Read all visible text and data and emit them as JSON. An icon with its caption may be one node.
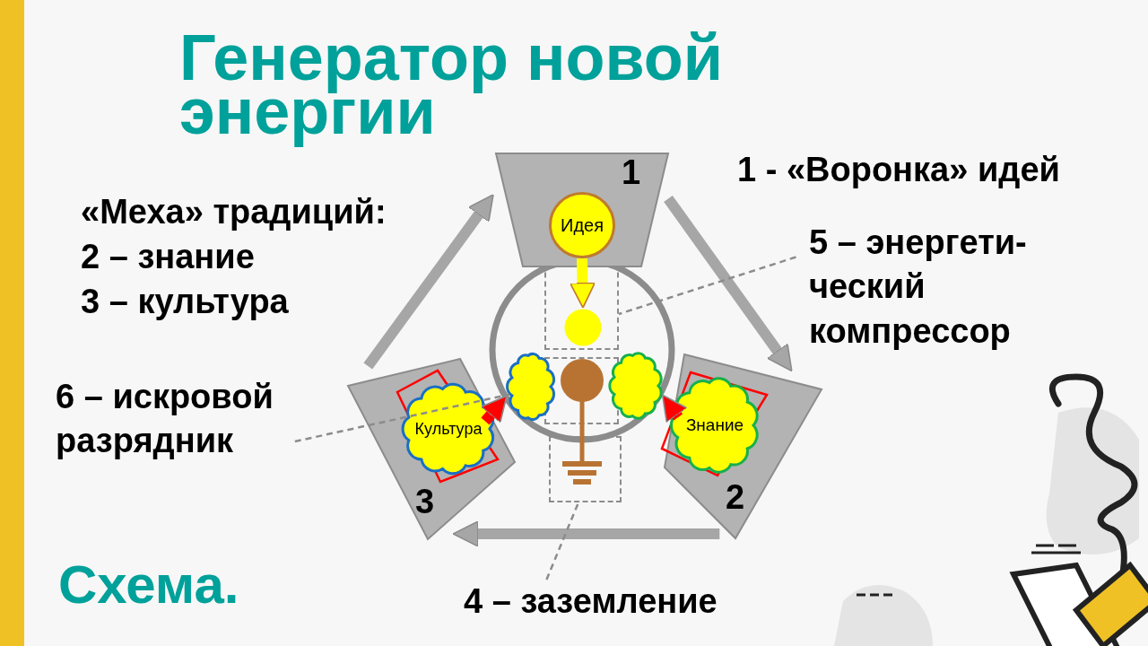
{
  "diagram": {
    "title": "Генератор новой энергии",
    "caption": "Схема.",
    "nodes": [
      {
        "text": [
          "1"
        ]
      },
      {
        "text": [
          "Идея"
        ],
        "in": 0
      },
      {
        "text": [
          "2"
        ]
      },
      {
        "text": [
          "Знание"
        ],
        "in": 2
      },
      {
        "text": [
          "3"
        ]
      },
      {
        "text": [
          "Культура"
        ],
        "in": 4
      },
      {
        "text": [],
        "shape": "circle"
      },
      {
        "text": [],
        "shape": "cloud"
      },
      {
        "text": [],
        "shape": "cloud"
      },
      {
        "text": [
          "5 – энергети- ческий компрессор"
        ]
      },
      {
        "text": [
          "6 – искровой разрядник"
        ]
      },
      {
        "text": [
          "4 – заземление"
        ]
      }
    ],
    "edges": [
      {
        "from": 0,
        "to": 2,
        "arrow": "to"
      },
      {
        "from": 2,
        "to": 4,
        "arrow": "to"
      },
      {
        "from": 4,
        "to": 0,
        "arrow": "to"
      },
      {
        "from": 1,
        "to": 6,
        "arrow": "to",
        "color": "#ffff00"
      },
      {
        "from": 3,
        "to": 8,
        "arrow": "to",
        "color": "#ff0000"
      },
      {
        "from": 5,
        "to": 7,
        "arrow": "to",
        "color": "#ff0000"
      },
      {
        "from": 9,
        "to": null,
        "arrow": "none",
        "style": "dashed"
      },
      {
        "from": 10,
        "to": 7,
        "arrow": "none",
        "style": "dashed"
      },
      {
        "from": 11,
        "to": null,
        "arrow": "none",
        "style": "dashed"
      }
    ],
    "labels": [
      "1 - «Воронка» идей",
      "«Меха» традиций:",
      "2 – знание",
      "3 – культура"
    ]
  }
}
